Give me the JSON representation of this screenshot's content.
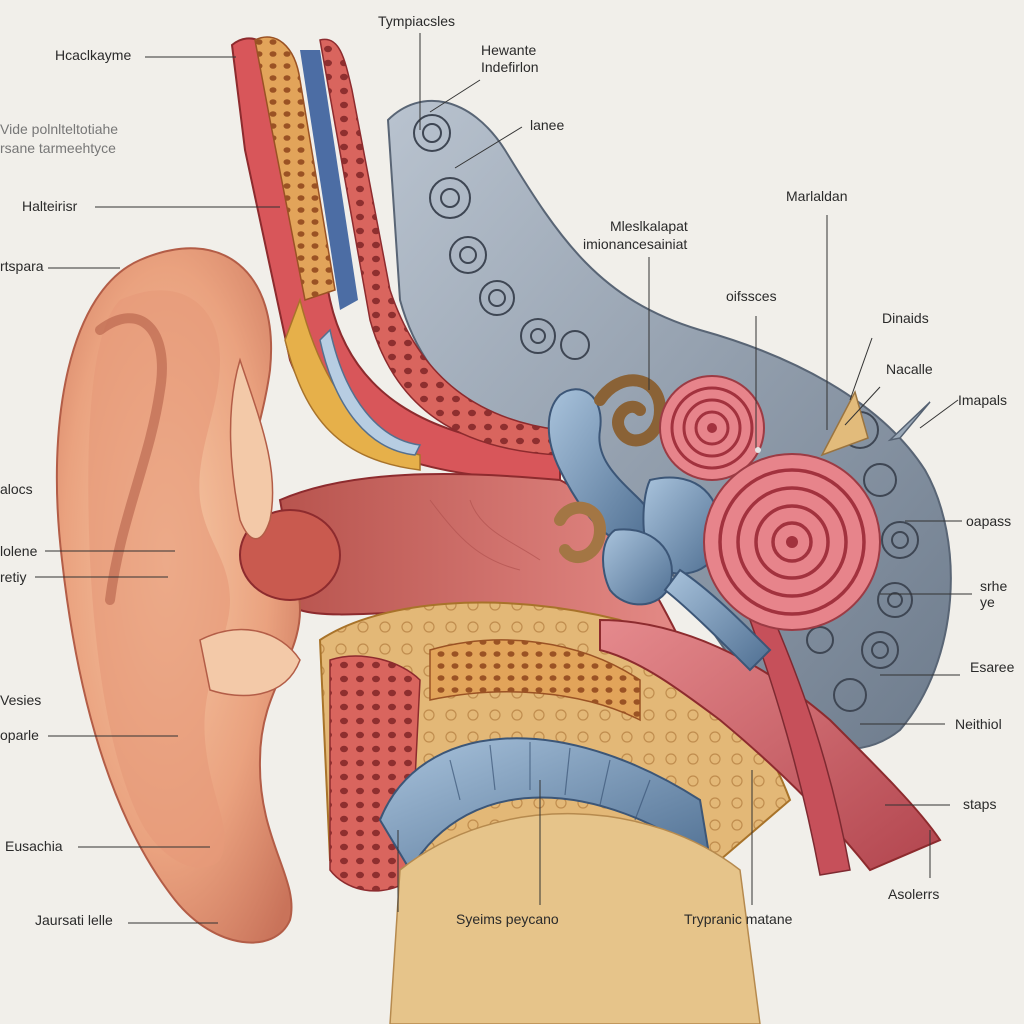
{
  "diagram": {
    "labels": [
      {
        "id": "l1",
        "text": "Hcaclkayme"
      },
      {
        "id": "l2a",
        "text": "Vide polnlteltotiahe"
      },
      {
        "id": "l2b",
        "text": "rsane tarmeehtyce"
      },
      {
        "id": "l3",
        "text": "Halteirisr"
      },
      {
        "id": "l4",
        "text": "rtspara"
      },
      {
        "id": "l5",
        "text": "alocs"
      },
      {
        "id": "l6",
        "text": "lolene"
      },
      {
        "id": "l7",
        "text": "retiy"
      },
      {
        "id": "l8",
        "text": "Vesies"
      },
      {
        "id": "l9",
        "text": "oparle"
      },
      {
        "id": "l10",
        "text": "Eusachia"
      },
      {
        "id": "l11",
        "text": "Jaursati lelle"
      },
      {
        "id": "l12",
        "text": "Tympiacsles"
      },
      {
        "id": "l13a",
        "text": "Hewante"
      },
      {
        "id": "l13b",
        "text": "Indefirlon"
      },
      {
        "id": "l14",
        "text": "lanee"
      },
      {
        "id": "l15a",
        "text": "Mleslkalapat"
      },
      {
        "id": "l15b",
        "text": "imionancesainiat"
      },
      {
        "id": "l16",
        "text": "Marlaldan"
      },
      {
        "id": "l17",
        "text": "oifssces"
      },
      {
        "id": "l18",
        "text": "Dinaids"
      },
      {
        "id": "l19",
        "text": "Nacalle"
      },
      {
        "id": "l20",
        "text": "Imapals"
      },
      {
        "id": "l21",
        "text": "oapass"
      },
      {
        "id": "l22a",
        "text": "srhe"
      },
      {
        "id": "l22b",
        "text": "ye"
      },
      {
        "id": "l23",
        "text": "Esaree"
      },
      {
        "id": "l24",
        "text": "Neithiol"
      },
      {
        "id": "l25",
        "text": "staps"
      },
      {
        "id": "l26",
        "text": "Asolerrs"
      },
      {
        "id": "l27",
        "text": "Syeims peycano"
      },
      {
        "id": "l28",
        "text": "Trypranic matane"
      }
    ]
  }
}
